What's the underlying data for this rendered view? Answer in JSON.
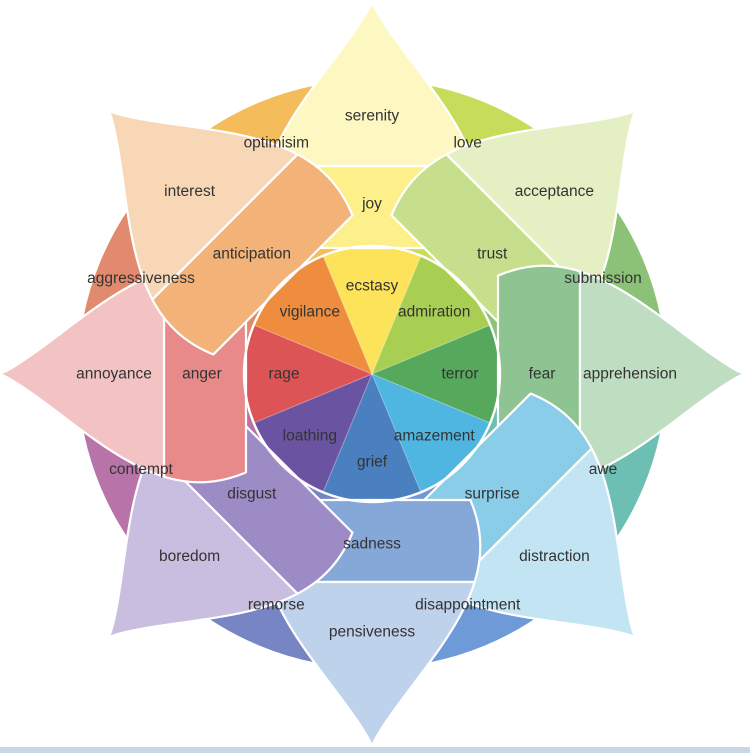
{
  "petals": [
    {
      "key": "joy",
      "angle": 0,
      "colors": {
        "c1": "#fde35a",
        "c2": "#fdf08a",
        "c3": "#fdf7c2"
      },
      "labels": {
        "inner": "ecstasy",
        "mid": "joy",
        "outer": "serenity"
      }
    },
    {
      "key": "trust",
      "angle": 45,
      "colors": {
        "c1": "#a9cf52",
        "c2": "#c7df8c",
        "c3": "#e4efc4"
      },
      "labels": {
        "inner": "admiration",
        "mid": "trust",
        "outer": "acceptance"
      }
    },
    {
      "key": "fear",
      "angle": 90,
      "colors": {
        "c1": "#55a85c",
        "c2": "#8dc492",
        "c3": "#bfdec1"
      },
      "labels": {
        "inner": "terror",
        "mid": "fear",
        "outer": "apprehension"
      }
    },
    {
      "key": "surprise",
      "angle": 135,
      "colors": {
        "c1": "#4eb6e0",
        "c2": "#8acde9",
        "c3": "#c3e5f3"
      },
      "labels": {
        "inner": "amazement",
        "mid": "surprise",
        "outer": "distraction"
      }
    },
    {
      "key": "sadness",
      "angle": 180,
      "colors": {
        "c1": "#4a7fc0",
        "c2": "#86a8d8",
        "c3": "#bfd2ec"
      },
      "labels": {
        "inner": "grief",
        "mid": "sadness",
        "outer": "pensiveness"
      }
    },
    {
      "key": "disgust",
      "angle": 225,
      "colors": {
        "c1": "#6a54a2",
        "c2": "#9c8bc4",
        "c3": "#c9bedf"
      },
      "labels": {
        "inner": "loathing",
        "mid": "disgust",
        "outer": "boredom"
      }
    },
    {
      "key": "anger",
      "angle": 270,
      "colors": {
        "c1": "#dd5456",
        "c2": "#e8898a",
        "c3": "#f3c3c3"
      },
      "labels": {
        "inner": "rage",
        "mid": "anger",
        "outer": "annoyance"
      }
    },
    {
      "key": "anticipation",
      "angle": 315,
      "colors": {
        "c1": "#ef8d3f",
        "c2": "#f2b278",
        "c3": "#f8d7b7"
      },
      "labels": {
        "inner": "vigilance",
        "mid": "anticipation",
        "outer": "interest"
      }
    }
  ],
  "dyads": [
    {
      "angle": 22.5,
      "color": "#c8dc5c",
      "label": "love"
    },
    {
      "angle": 67.5,
      "color": "#8cc277",
      "label": "submission"
    },
    {
      "angle": 112.5,
      "color": "#6dbfb3",
      "label": "awe"
    },
    {
      "angle": 157.5,
      "color": "#6e9ad8",
      "label": "disappointment"
    },
    {
      "angle": 202.5,
      "color": "#7885c4",
      "label": "remorse"
    },
    {
      "angle": 247.5,
      "color": "#b874a8",
      "label": "contempt"
    },
    {
      "angle": 292.5,
      "color": "#e28a6d",
      "label": "aggressiveness"
    },
    {
      "angle": 337.5,
      "color": "#f4bc5a",
      "label": "optimisim"
    }
  ]
}
